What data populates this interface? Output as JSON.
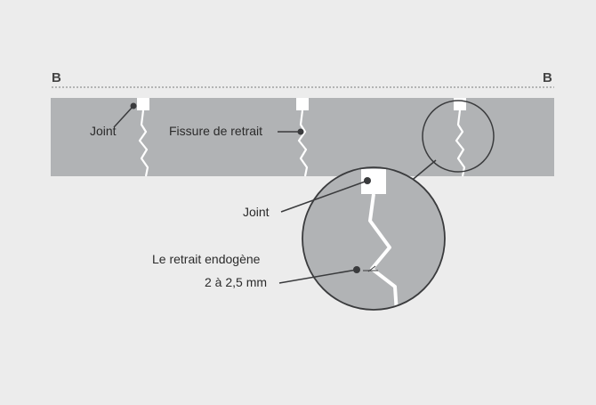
{
  "section": {
    "left_marker": "B",
    "right_marker": "B"
  },
  "labels": {
    "joint": "Joint",
    "shrinkage_crack": "Fissure de retrait",
    "detail_joint": "Joint",
    "endogenous_shrinkage": "Le retrait endogène",
    "shrinkage_amount": "2 à 2,5 mm"
  },
  "colors": {
    "background": "#ececec",
    "slab": "#b1b3b5",
    "line": "#3a3b3d",
    "crack": "#ffffff",
    "text": "#2b2b2b"
  }
}
